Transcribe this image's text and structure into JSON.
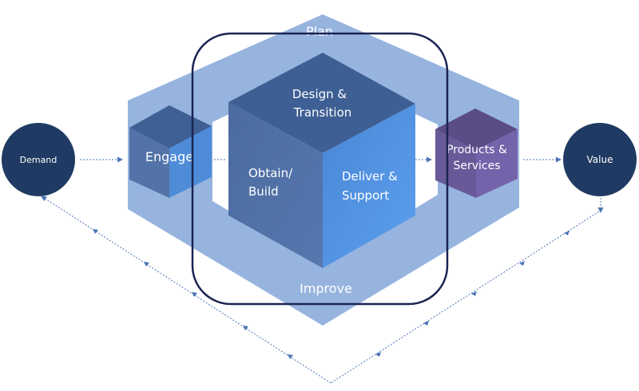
{
  "nodes": {
    "demand": "Demand",
    "value": "Value",
    "plan": "Plan",
    "improve": "Improve",
    "engage": "Engage",
    "design_transition": [
      "Design &",
      "Transition"
    ],
    "obtain_build": [
      "Obtain/",
      "Build"
    ],
    "deliver_support": [
      "Deliver &",
      "Support"
    ],
    "products_services": [
      "Products &",
      "Services"
    ]
  },
  "colors": {
    "outer_band": "#8eaedc",
    "circle": "#1f3b63",
    "cube_top": "#3e5f94",
    "cube_left": "#4f70a4",
    "cube_right": "#4e8fdc",
    "purple_cube": "#6a5c99",
    "highlight_border": "#1b2452",
    "arrow": "#4a74b5"
  }
}
